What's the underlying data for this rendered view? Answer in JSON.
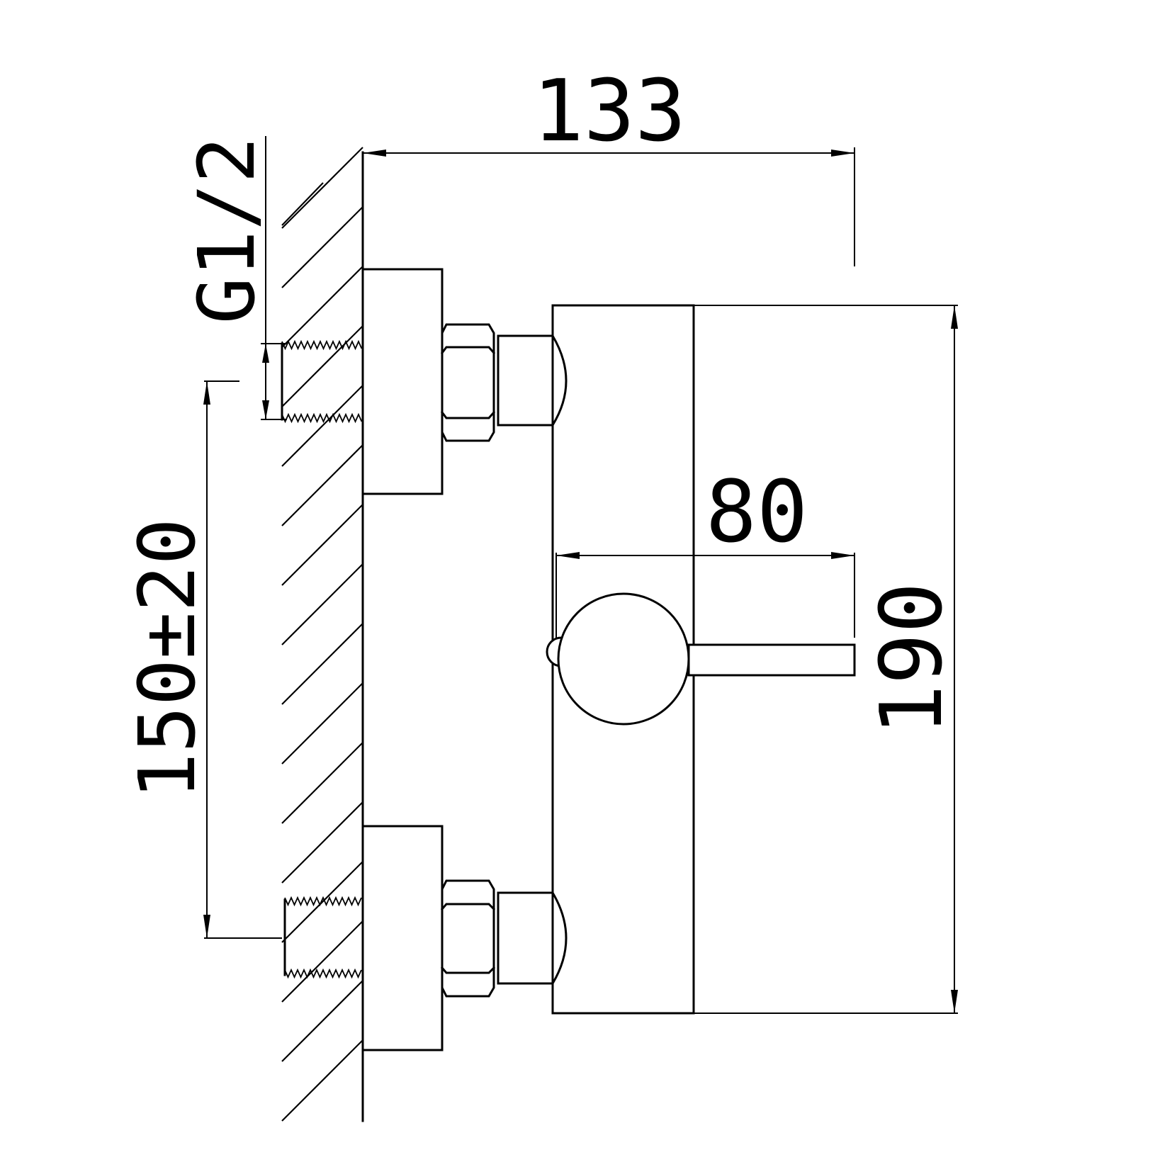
{
  "dimensions": {
    "overall_width": "133",
    "handle_reach": "80",
    "body_height": "190",
    "inlet_spacing": "150±20",
    "thread_size": "G1/2"
  },
  "colors": {
    "line": "#000000",
    "background": "#ffffff"
  }
}
